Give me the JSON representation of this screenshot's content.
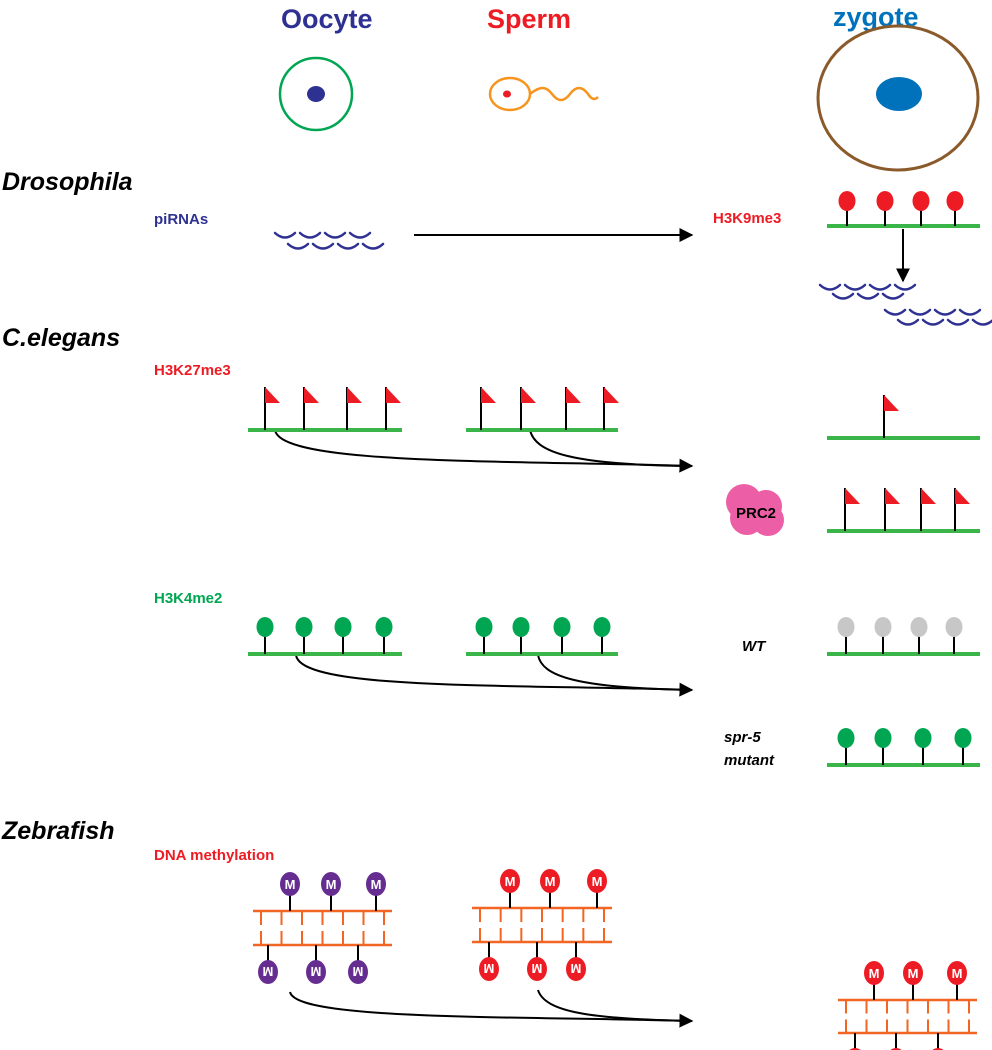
{
  "columns": {
    "oocyte": "Oocyte",
    "sperm": "Sperm",
    "zygote": "zygote"
  },
  "species": {
    "drosophila": "Drosophila",
    "celegans": "C.elegans",
    "zebrafish": "Zebrafish"
  },
  "marks": {
    "pirnas": "piRNAs",
    "h3k9me3": "H3K9me3",
    "h3k27me3": "H3K27me3",
    "h3k4me2": "H3K4me2",
    "dna_methylation": "DNA methylation"
  },
  "factors": {
    "prc2": "PRC2"
  },
  "conditions": {
    "wt": "WT",
    "spr5_line1": "spr-5",
    "spr5_line2": "mutant"
  },
  "methyl_symbol": "M",
  "colors": {
    "oocyte": "#2e3192",
    "sperm": "#ed1c24",
    "zygote": "#0072bc",
    "oocyte_membrane": "#00a651",
    "sperm_body": "#f7941d",
    "zygote_membrane": "#8b5a2b",
    "strand": "#39b54a",
    "flag": "#ed1c24",
    "h3k4me2_mark": "#00a651",
    "erased_mark": "#c7c7c7",
    "prc2": "#ec5fa6",
    "dna_strand": "#f26522",
    "maternal_methyl": "#662d91",
    "paternal_methyl": "#ed1c24",
    "pirna": "#2e3192",
    "arrow": "#000000"
  }
}
